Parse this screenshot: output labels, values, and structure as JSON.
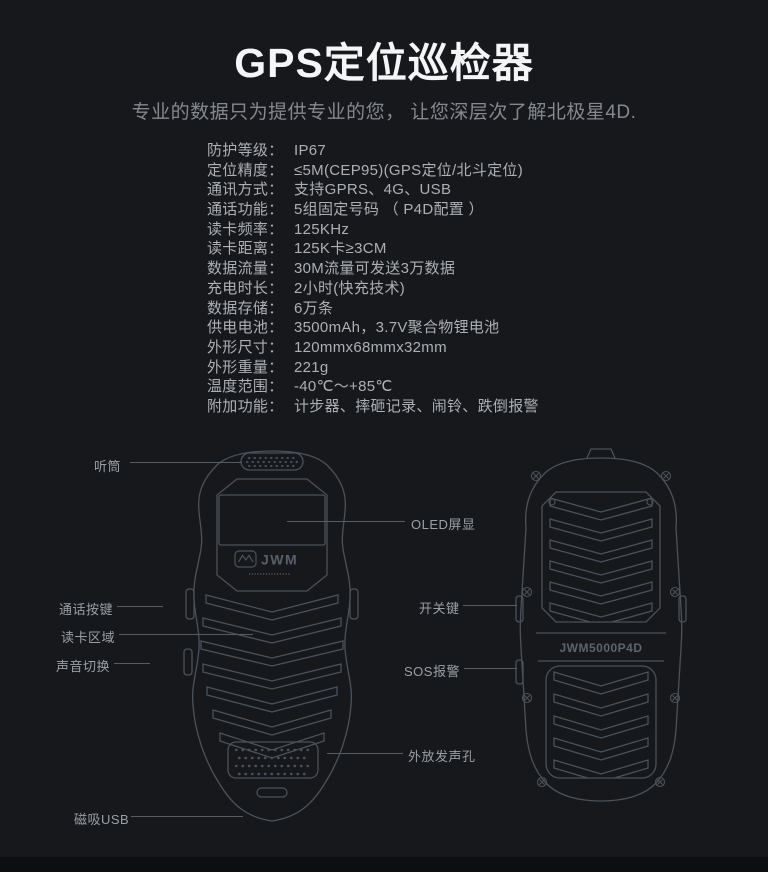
{
  "page": {
    "title": "GPS定位巡检器",
    "subtitle": "专业的数据只为提供专业的您， 让您深层次了解北极星4D."
  },
  "specs": [
    {
      "label": "防护等级：",
      "value": "IP67"
    },
    {
      "label": "定位精度：",
      "value": "≤5M(CEP95)(GPS定位/北斗定位)"
    },
    {
      "label": "通讯方式：",
      "value": "支持GPRS、4G、USB"
    },
    {
      "label": "通话功能：",
      "value": "5组固定号码 （ P4D配置 ）"
    },
    {
      "label": "读卡频率：",
      "value": "125KHz"
    },
    {
      "label": "读卡距离：",
      "value": "125K卡≥3CM"
    },
    {
      "label": "数据流量：",
      "value": "30M流量可发送3万数据"
    },
    {
      "label": "充电时长：",
      "value": "2小时(快充技术)"
    },
    {
      "label": "数据存储：",
      "value": "6万条"
    },
    {
      "label": "供电电池：",
      "value": "3500mAh，3.7V聚合物锂电池"
    },
    {
      "label": "外形尺寸：",
      "value": "120mmx68mmx32mm"
    },
    {
      "label": "外形重量：",
      "value": "221g"
    },
    {
      "label": "温度范围：",
      "value": "-40℃～+85℃"
    },
    {
      "label": "附加功能：",
      "value": "计步器、摔砸记录、闹铃、跌倒报警"
    }
  ],
  "diagram": {
    "front_logo": "JWM",
    "back_model": "JWM5000P4D",
    "callouts": {
      "earpiece": "听筒",
      "talk_button": "通话按键",
      "card_read_area": "读卡区域",
      "sound_toggle": "声音切换",
      "magnetic_usb": "磁吸USB",
      "oled_screen": "OLED屏显",
      "speaker_holes": "外放发声孔",
      "power_key": "开关键",
      "sos_alarm": "SOS报警"
    }
  },
  "colors": {
    "background": "#16181c",
    "title": "#f3f5f6",
    "subtitle": "#85898f",
    "spec_text": "#acb0b5",
    "line_art": "#4b525b",
    "callout_text": "#9aa0a7",
    "callout_line": "#565c64"
  }
}
